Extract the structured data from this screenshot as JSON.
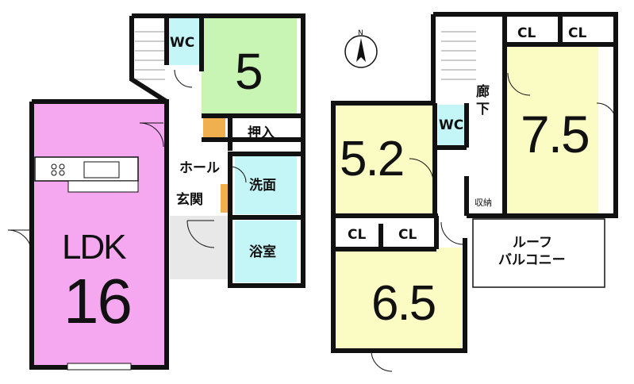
{
  "rooms": {
    "ldk": {
      "name": "LDK",
      "size": "16",
      "color": "#f5a8f0"
    },
    "wa5": {
      "size": "5",
      "color": "#c8f5b4"
    },
    "r52": {
      "size": "5.2",
      "color": "#fbfbc4"
    },
    "r65": {
      "size": "6.5",
      "color": "#fbfbc4"
    },
    "r75": {
      "size": "7.5",
      "color": "#fbfbc4"
    }
  },
  "labels": {
    "wc_down": "WC",
    "wc_up": "WC",
    "oshiire": "押入",
    "hall": "ホール",
    "senmen": "洗面",
    "genkan": "玄関",
    "yokushitsu": "浴室",
    "rouka": "廊\n下",
    "rouka_1": "廊",
    "rouka_2": "下",
    "shuno": "収納",
    "cl_1": "CL",
    "cl_2": "CL",
    "cl_3": "CL",
    "cl_4": "CL",
    "balcony_1": "ルーフ",
    "balcony_2": "バルコニー"
  },
  "compass": {
    "mark": "N"
  },
  "colors": {
    "wall": "#111111",
    "wet_area": "#c4f5f7",
    "floor": "#ffffff",
    "stair": "#dddddd"
  }
}
